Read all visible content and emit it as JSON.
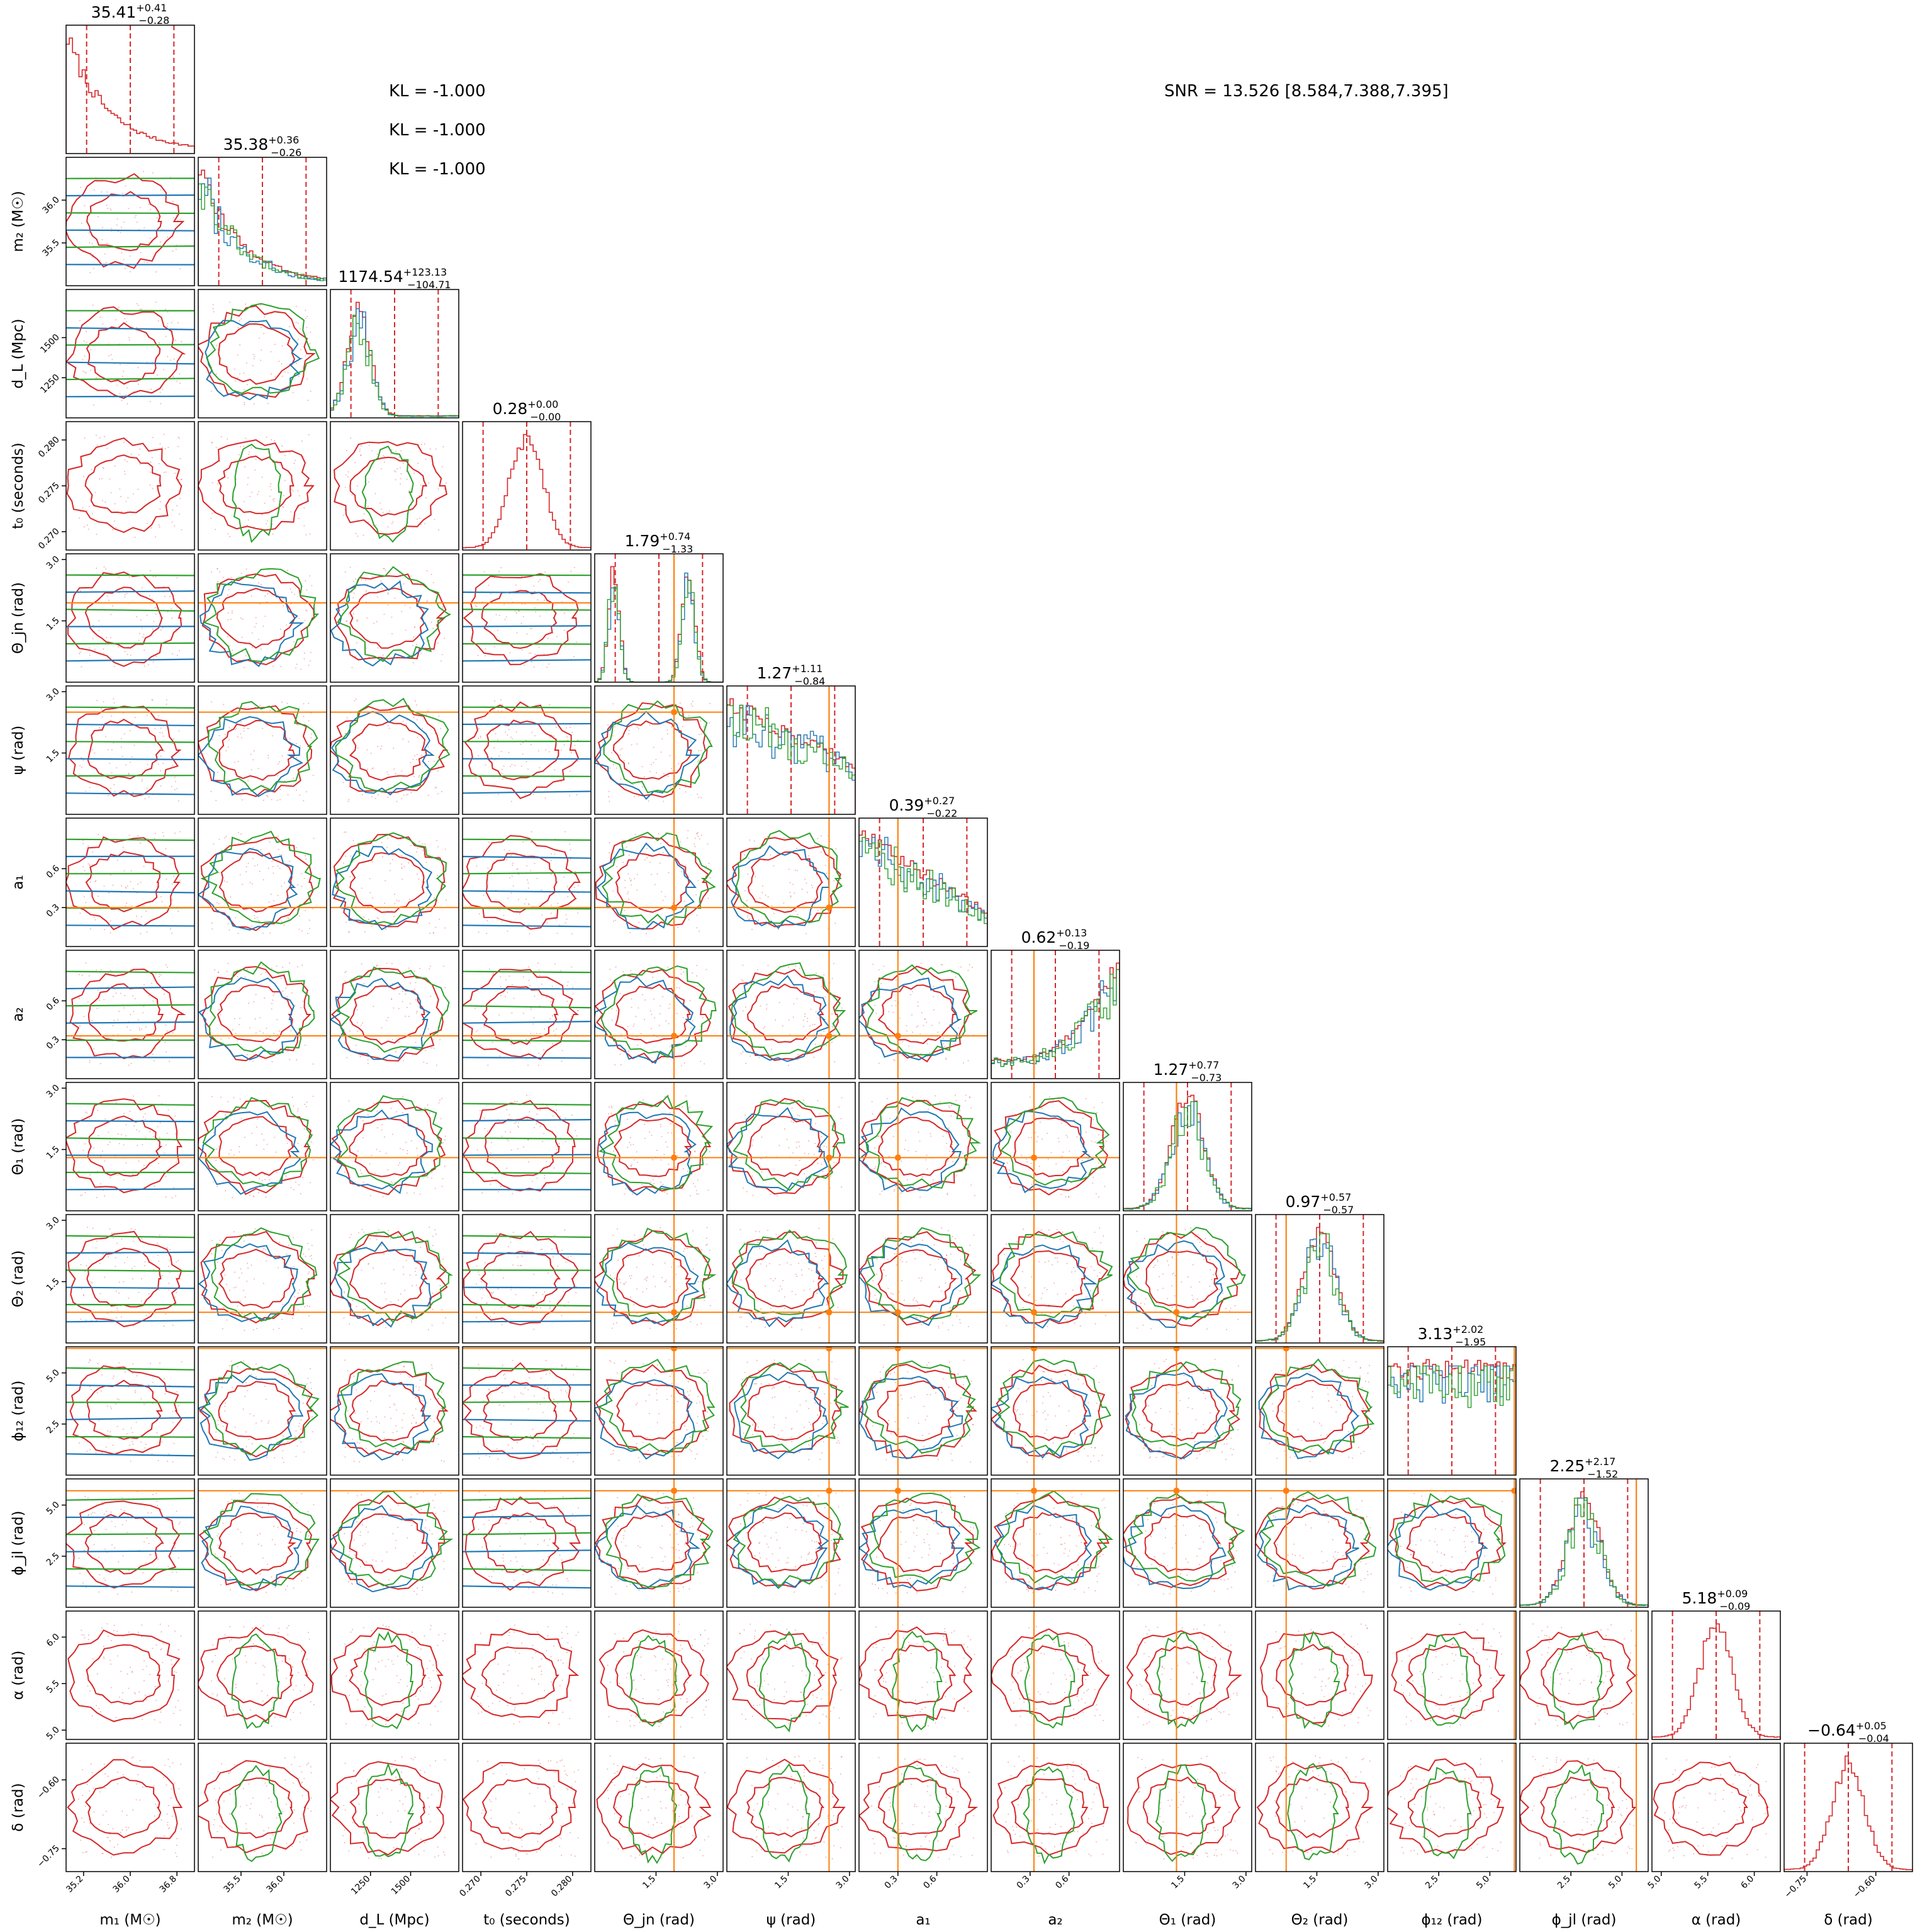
{
  "chart_data": {
    "type": "corner",
    "parameters": [
      {
        "label": "m₁ (M☉)",
        "range": [
          34.9,
          37.1
        ],
        "ticks": [
          "35.2",
          "36.0",
          "36.8"
        ],
        "tick_values": [
          35.2,
          36.0,
          36.8
        ],
        "truth": null
      },
      {
        "label": "m₂ (M☉)",
        "range": [
          35.0,
          36.5
        ],
        "ticks": [
          "35.5",
          "36.0"
        ],
        "tick_values": [
          35.5,
          36.0
        ],
        "truth": null
      },
      {
        "label": "d_L (Mpc)",
        "range": [
          1000,
          1800
        ],
        "ticks": [
          "1250",
          "1500"
        ],
        "tick_values": [
          1250,
          1500
        ],
        "truth": null
      },
      {
        "label": "t₀ (seconds)",
        "range": [
          0.268,
          0.282
        ],
        "ticks": [
          "0.270",
          "0.275",
          "0.280"
        ],
        "tick_values": [
          0.27,
          0.275,
          0.28
        ],
        "truth": null
      },
      {
        "label": "Θ_jn (rad)",
        "range": [
          0.0,
          3.14
        ],
        "ticks": [
          "1.5",
          "3.0"
        ],
        "tick_values": [
          1.5,
          3.0
        ],
        "truth": 1.94
      },
      {
        "label": "ψ (rad)",
        "range": [
          0.0,
          3.14
        ],
        "ticks": [
          "1.5",
          "3.0"
        ],
        "tick_values": [
          1.5,
          3.0
        ],
        "truth": 2.5
      },
      {
        "label": "a₁",
        "range": [
          0.0,
          0.99
        ],
        "ticks": [
          "0.3",
          "0.6"
        ],
        "tick_values": [
          0.3,
          0.6
        ],
        "truth": 0.3
      },
      {
        "label": "a₂",
        "range": [
          0.0,
          0.99
        ],
        "ticks": [
          "0.3",
          "0.6"
        ],
        "tick_values": [
          0.3,
          0.6
        ],
        "truth": 0.33
      },
      {
        "label": "Θ₁ (rad)",
        "range": [
          0.0,
          3.14
        ],
        "ticks": [
          "1.5",
          "3.0"
        ],
        "tick_values": [
          1.5,
          3.0
        ],
        "truth": 1.3
      },
      {
        "label": "Θ₂ (rad)",
        "range": [
          0.0,
          3.14
        ],
        "ticks": [
          "1.5",
          "3.0"
        ],
        "tick_values": [
          1.5,
          3.0
        ],
        "truth": 0.75
      },
      {
        "label": "ϕ₁₂ (rad)",
        "range": [
          0.0,
          6.28
        ],
        "ticks": [
          "2.5",
          "5.0"
        ],
        "tick_values": [
          2.5,
          5.0
        ],
        "truth": 6.2
      },
      {
        "label": "ϕ_jl (rad)",
        "range": [
          0.0,
          6.28
        ],
        "ticks": [
          "2.5",
          "5.0"
        ],
        "tick_values": [
          2.5,
          5.0
        ],
        "truth": 5.7
      },
      {
        "label": "α (rad)",
        "range": [
          4.9,
          6.28
        ],
        "ticks": [
          "5.0",
          "5.5",
          "6.0"
        ],
        "tick_values": [
          5.0,
          5.5,
          6.0
        ],
        "truth": null
      },
      {
        "label": "δ (rad)",
        "range": [
          -0.8,
          -0.52
        ],
        "ticks": [
          "−0.75",
          "−0.60"
        ],
        "tick_values": [
          -0.75,
          -0.6
        ],
        "truth": null
      }
    ],
    "marginal_titles": [
      {
        "median": "35.41",
        "plus": "+0.41",
        "minus": "−0.28"
      },
      {
        "median": "35.38",
        "plus": "+0.36",
        "minus": "−0.26"
      },
      {
        "median": "1174.54",
        "plus": "+123.13",
        "minus": "−104.71"
      },
      {
        "median": "0.28",
        "plus": "+0.00",
        "minus": "−0.00"
      },
      {
        "median": "1.79",
        "plus": "+0.74",
        "minus": "−1.33"
      },
      {
        "median": "1.27",
        "plus": "+1.11",
        "minus": "−0.84"
      },
      {
        "median": "0.39",
        "plus": "+0.27",
        "minus": "−0.22"
      },
      {
        "median": "0.62",
        "plus": "+0.13",
        "minus": "−0.19"
      },
      {
        "median": "1.27",
        "plus": "+0.77",
        "minus": "−0.73"
      },
      {
        "median": "0.97",
        "plus": "+0.57",
        "minus": "−0.57"
      },
      {
        "median": "3.13",
        "plus": "+2.02",
        "minus": "−1.95"
      },
      {
        "median": "2.25",
        "plus": "+2.17",
        "minus": "−1.52"
      },
      {
        "median": "5.18",
        "plus": "+0.09",
        "minus": "−0.09"
      },
      {
        "median": "−0.64",
        "plus": "+0.05",
        "minus": "−0.04"
      }
    ],
    "series": [
      {
        "color": "#d62728"
      },
      {
        "color": "#1f77b4"
      },
      {
        "color": "#2ca02c"
      }
    ],
    "truth_color": "#ff7f0e",
    "series_coverage": {
      "blue_green_parameters": [
        1,
        2,
        4,
        5,
        6,
        7,
        8,
        9,
        10,
        11
      ]
    }
  },
  "annotations": {
    "kl": [
      "KL = -1.000",
      "KL = -1.000",
      "KL = -1.000"
    ],
    "snr": "SNR = 13.526 [8.584,7.388,7.395]"
  }
}
